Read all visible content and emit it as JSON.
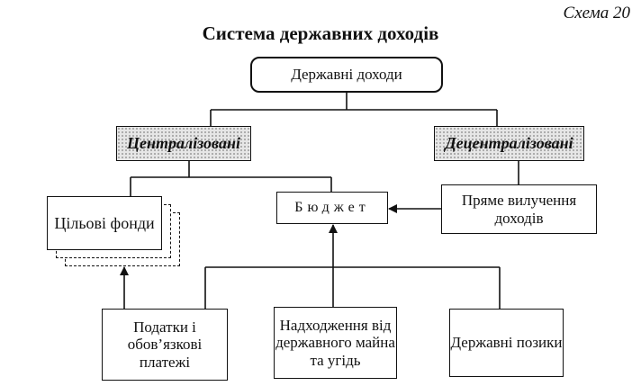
{
  "header": {
    "scheme_label": "Схема 20",
    "title": "Система державних доходів"
  },
  "nodes": {
    "root": "Державні доходи",
    "centralized": "Централізовані",
    "decentralized": "Децентралізовані",
    "funds": "Цільові фонди",
    "budget": "Бюджет",
    "withdrawal": "Пряме вилучення доходів",
    "taxes": "Податки і обов’язкові платежі",
    "property": "Надходження від державного майна та угідь",
    "loans": "Державні позики"
  }
}
